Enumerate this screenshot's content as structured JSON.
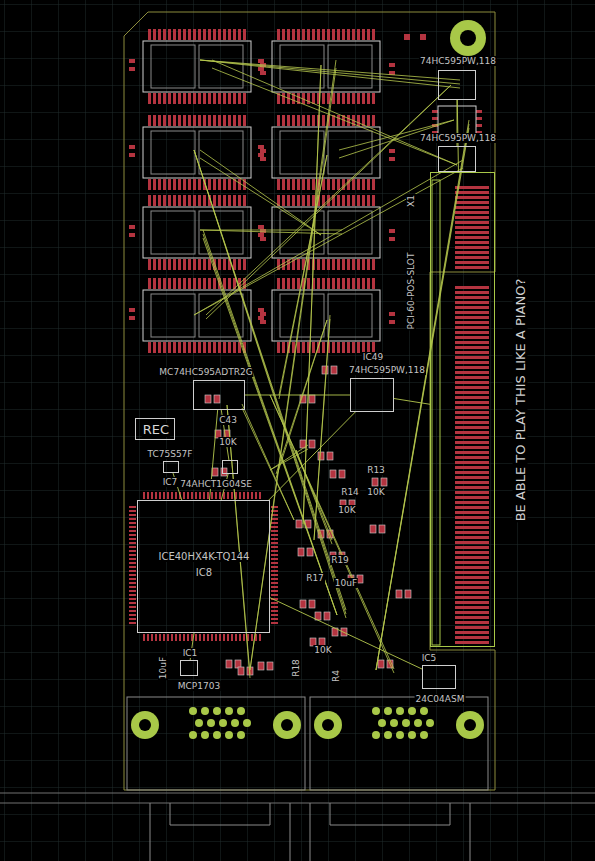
{
  "diagram": {
    "nodes": [
      {
        "text": [
          "74HC595PW,118"
        ]
      },
      {
        "text": [
          "74HC595PW,118"
        ]
      },
      {
        "text": [
          "PCI-60-POS-SLOT",
          "X1"
        ]
      },
      {
        "text": [
          "MC74HC595ADTR2G"
        ]
      },
      {
        "text": [
          "74HC595PW,118",
          "IC49"
        ]
      },
      {
        "text": [
          "REC"
        ]
      },
      {
        "text": [
          "TC75S57F",
          "IC7"
        ]
      },
      {
        "text": [
          "74AHCT1G04SE"
        ]
      },
      {
        "text": [
          "ICE40HX4K-TQ144",
          "IC8"
        ]
      },
      {
        "text": [
          "MCP1703",
          "IC1"
        ]
      },
      {
        "text": [
          "24C04ASM",
          "IC5"
        ]
      }
    ],
    "edges": [
      {
        "from": 0,
        "to": 1,
        "arrow": "none"
      },
      {
        "from": 1,
        "to": 2,
        "arrow": "none"
      },
      {
        "from": 0,
        "to": 2,
        "arrow": "none"
      },
      {
        "from": 4,
        "to": 2,
        "arrow": "none"
      },
      {
        "from": 3,
        "to": 4,
        "arrow": "none"
      },
      {
        "from": 3,
        "to": 8,
        "arrow": "none"
      },
      {
        "from": 6,
        "to": 8,
        "arrow": "none"
      },
      {
        "from": 7,
        "to": 8,
        "arrow": "none"
      },
      {
        "from": 9,
        "to": 8,
        "arrow": "none"
      },
      {
        "from": 10,
        "to": 8,
        "arrow": "none"
      },
      {
        "from": 4,
        "to": 8,
        "arrow": "none"
      },
      {
        "from": 7,
        "to": 3,
        "arrow": "none"
      }
    ],
    "labels": [
      "C43",
      "10K",
      "R13",
      "10K",
      "R14",
      "10K",
      "R19",
      "10uF",
      "R17",
      "10K",
      "R18",
      "R4",
      "10uF",
      "BE ABLE TO PLAY THIS LIKE A PIANO?"
    ]
  }
}
